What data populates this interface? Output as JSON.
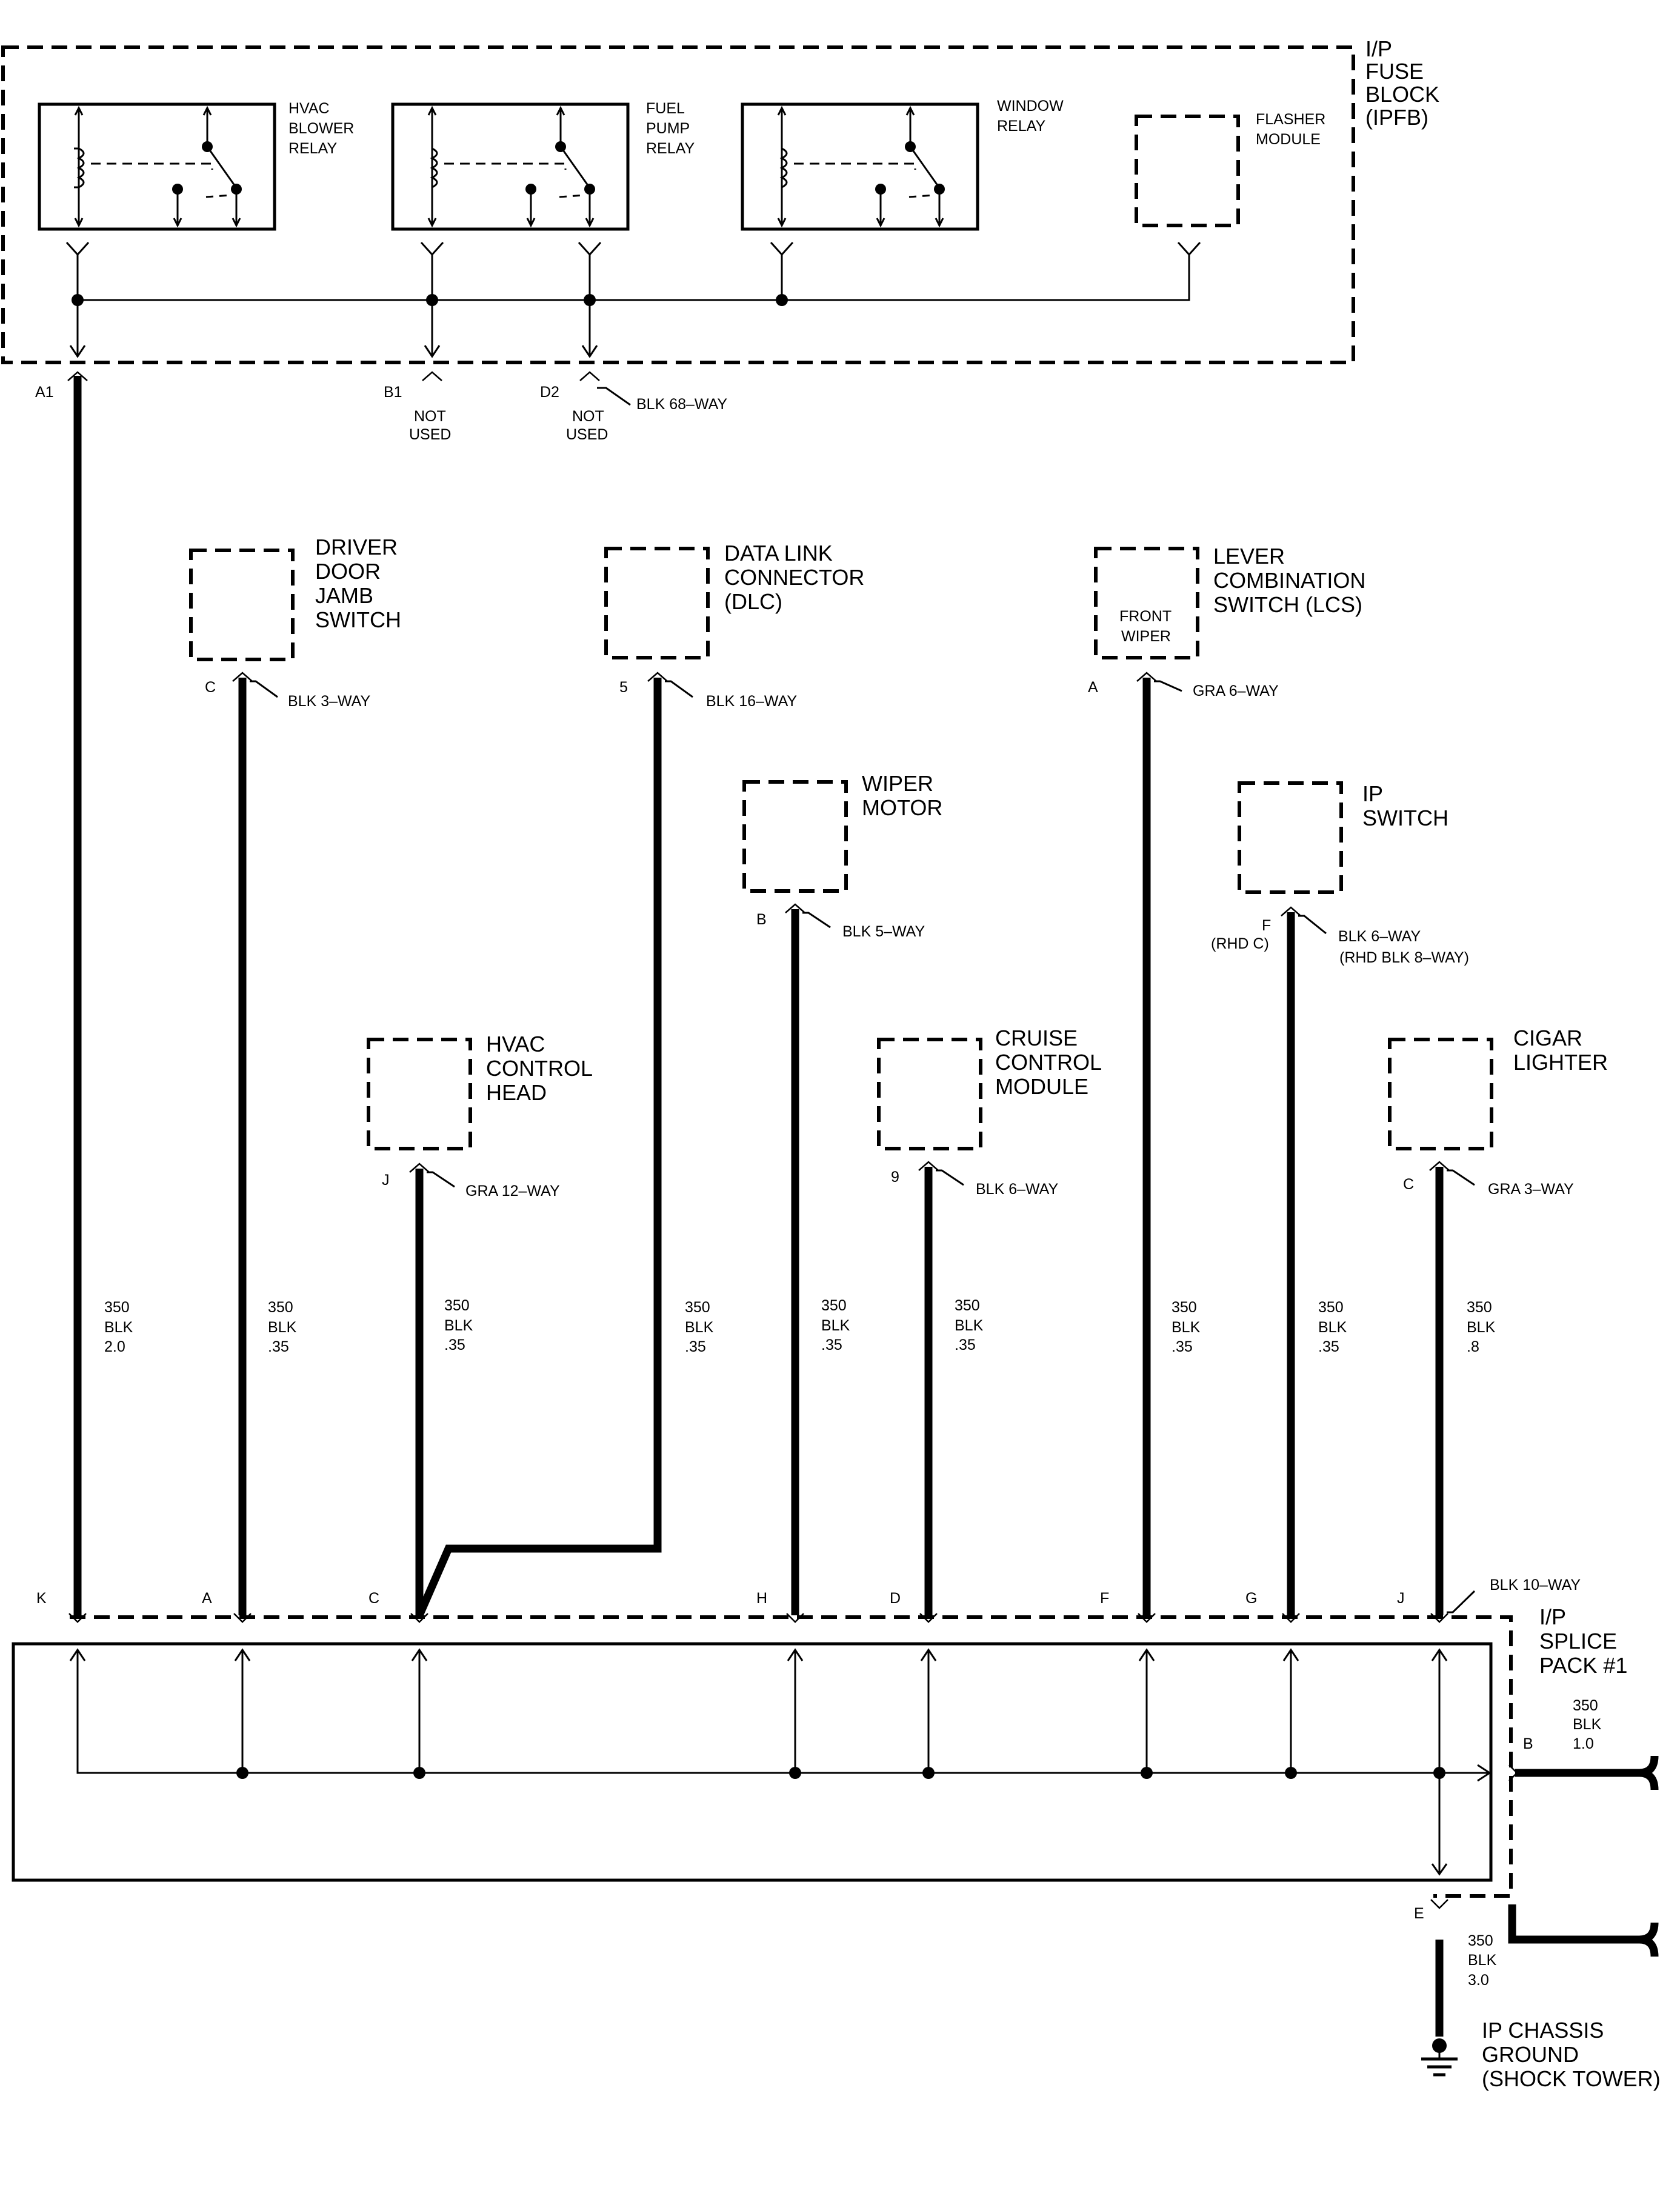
{
  "fuse_block": {
    "title": [
      "I/P",
      "FUSE",
      "BLOCK",
      "(IPFB)"
    ],
    "relays": [
      {
        "label": [
          "HVAC",
          "BLOWER",
          "RELAY"
        ]
      },
      {
        "label": [
          "FUEL",
          "PUMP",
          "RELAY"
        ]
      },
      {
        "label": [
          "WINDOW",
          "RELAY"
        ]
      }
    ],
    "flasher": [
      "FLASHER",
      "MODULE"
    ],
    "pins": [
      {
        "pin": "A1",
        "note": []
      },
      {
        "pin": "B1",
        "note": [
          "NOT",
          "USED"
        ]
      },
      {
        "pin": "D2",
        "note": [
          "NOT",
          "USED"
        ]
      }
    ],
    "connector": "BLK 68–WAY"
  },
  "components": [
    {
      "label": [
        "DRIVER",
        "DOOR",
        "JAMB",
        "SWITCH"
      ],
      "inner": [],
      "pin": "C",
      "pin_note": "",
      "connector": [
        "BLK 3–WAY"
      ],
      "wire": [
        "350",
        "BLK",
        ".35"
      ],
      "splice_pin": "A"
    },
    {
      "label": [
        "DATA LINK",
        "CONNECTOR",
        "(DLC)"
      ],
      "inner": [],
      "pin": "5",
      "pin_note": "",
      "connector": [
        "BLK 16–WAY"
      ],
      "wire": [
        "350",
        "BLK",
        ".35"
      ],
      "splice_pin": ""
    },
    {
      "label": [
        "LEVER",
        "COMBINATION",
        "SWITCH (LCS)"
      ],
      "inner": [
        "FRONT",
        "WIPER"
      ],
      "pin": "A",
      "pin_note": "",
      "connector": [
        "GRA 6–WAY"
      ],
      "wire": [
        "350",
        "BLK",
        ".35"
      ],
      "splice_pin": "F"
    },
    {
      "label": [
        "WIPER",
        "MOTOR"
      ],
      "inner": [],
      "pin": "B",
      "pin_note": "",
      "connector": [
        "BLK 5–WAY"
      ],
      "wire": [
        "350",
        "BLK",
        ".35"
      ],
      "splice_pin": "H"
    },
    {
      "label": [
        "IP",
        "SWITCH"
      ],
      "inner": [],
      "pin": "F",
      "pin_note": "(RHD C)",
      "connector": [
        "BLK 6–WAY",
        "(RHD BLK 8–WAY)"
      ],
      "wire": [
        "350",
        "BLK",
        ".35"
      ],
      "splice_pin": "G"
    },
    {
      "label": [
        "HVAC",
        "CONTROL",
        "HEAD"
      ],
      "inner": [],
      "pin": "J",
      "pin_note": "",
      "connector": [
        "GRA 12–WAY"
      ],
      "wire": [
        "350",
        "BLK",
        ".35"
      ],
      "splice_pin": "C"
    },
    {
      "label": [
        "CRUISE",
        "CONTROL",
        "MODULE"
      ],
      "inner": [],
      "pin": "9",
      "pin_note": "",
      "connector": [
        "BLK 6–WAY"
      ],
      "wire": [
        "350",
        "BLK",
        ".35"
      ],
      "splice_pin": "D"
    },
    {
      "label": [
        "CIGAR",
        "LIGHTER"
      ],
      "inner": [],
      "pin": "C",
      "pin_note": "",
      "connector": [
        "GRA 3–WAY"
      ],
      "wire": [
        "350",
        "BLK",
        ".8"
      ],
      "splice_pin": "J"
    }
  ],
  "fuse_block_wire": {
    "wire": [
      "350",
      "BLK",
      "2.0"
    ],
    "splice_pin": "K"
  },
  "splice_pack": {
    "title": [
      "I/P",
      "SPLICE",
      "PACK #1"
    ],
    "connector": "BLK 10–WAY",
    "out_b": {
      "pin": "B",
      "wire": [
        "350",
        "BLK",
        "1.0"
      ]
    },
    "out_e": {
      "pin": "E",
      "wire": [
        "350",
        "BLK",
        "3.0"
      ]
    }
  },
  "ground": {
    "label": [
      "IP CHASSIS",
      "GROUND",
      "(SHOCK TOWER)"
    ]
  }
}
